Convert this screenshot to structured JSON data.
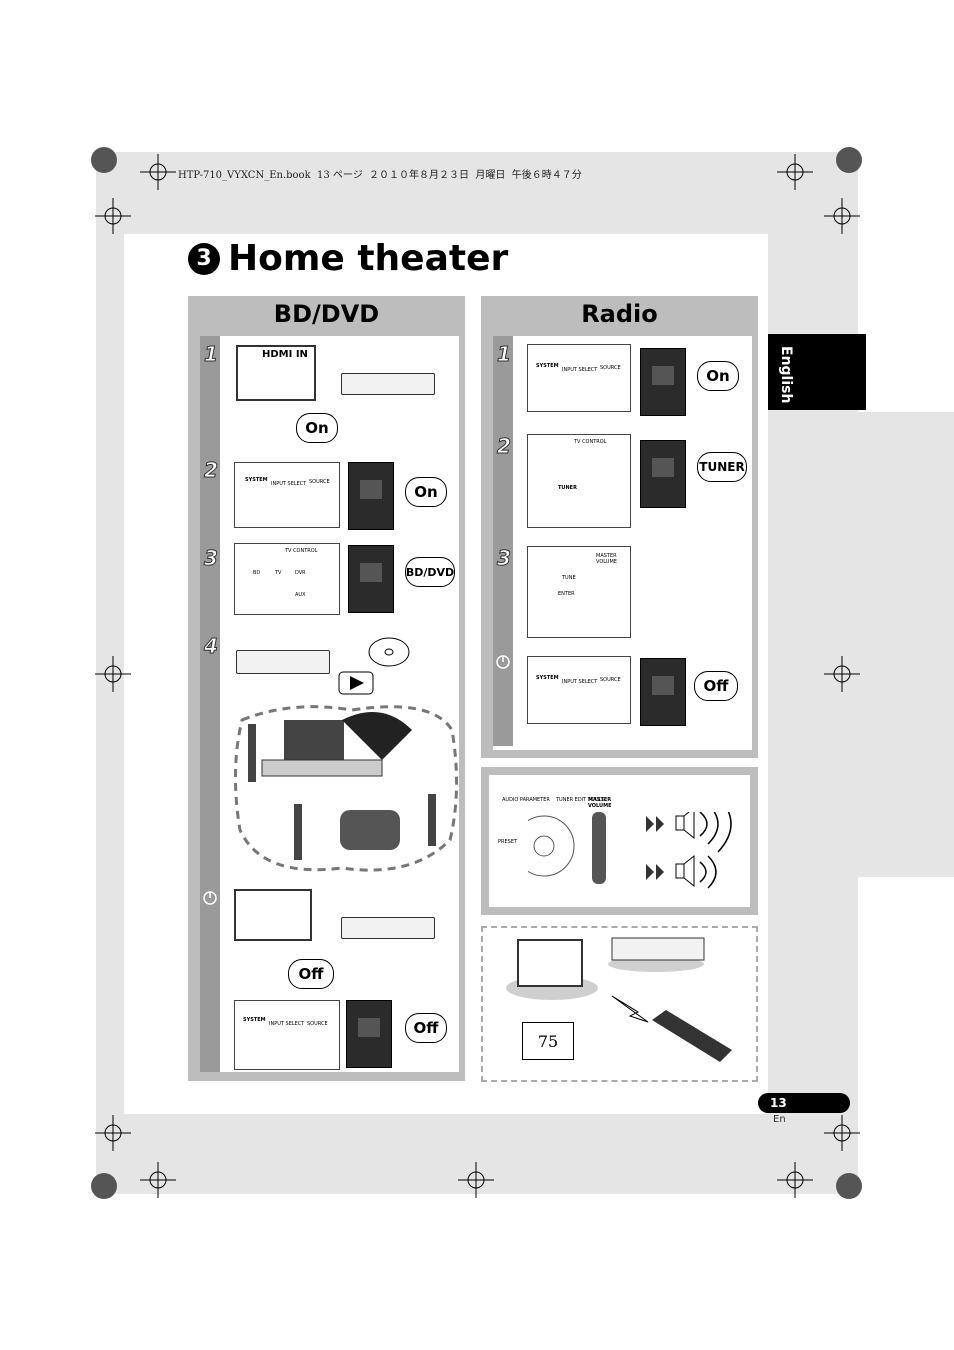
{
  "header_line": "HTP-710_VYXCN_En.book  13 ページ  ２０１０年８月２３日  月曜日  午後６時４７分",
  "title": {
    "number": "3",
    "text": "Home theater"
  },
  "side_tab": "English",
  "bd_dvd": {
    "title": "BD/DVD",
    "steps": [
      "1",
      "2",
      "3",
      "4"
    ],
    "tv_label": "HDMI IN",
    "bubble_on1": "On",
    "bubble_on2": "On",
    "bubble_bddvd": "BD/DVD",
    "bubble_off1": "Off",
    "bubble_off2": "Off"
  },
  "radio": {
    "title": "Radio",
    "steps": [
      "1",
      "2",
      "3"
    ],
    "bubble_on": "On",
    "bubble_tuner": "TUNER",
    "bubble_off": "Off"
  },
  "remote_labels": {
    "system": "SYSTEM",
    "input_select": "INPUT SELECT",
    "source": "SOURCE",
    "tv_control": "TV CONTROL",
    "bd": "BD",
    "tv": "TV",
    "dvr": "DVR",
    "tuner": "TUNER",
    "aux": "AUX",
    "master_volume": "MASTER VOLUME",
    "tune": "TUNE",
    "enter": "ENTER",
    "preset": "PRESET",
    "audio_parameter": "AUDIO PARAMETER",
    "tuner_edit": "TUNER EDIT TOOLS"
  },
  "reference_page": "75",
  "page": {
    "number": "13",
    "lang": "En"
  },
  "icons": [
    "power-icon",
    "play-icon",
    "disc-icon",
    "speaker-icon",
    "book-icon"
  ]
}
